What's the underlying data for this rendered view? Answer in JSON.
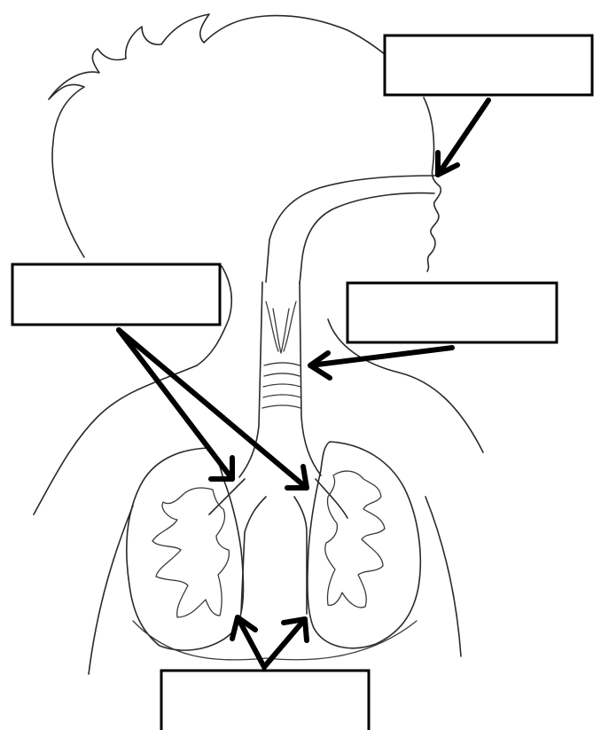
{
  "diagram": {
    "subject": "respiratory-system",
    "parts": [
      "head-outline",
      "nasal-cavity",
      "mouth",
      "trachea",
      "bronchi",
      "left-lung",
      "right-lung",
      "diaphragm",
      "shoulders"
    ],
    "label_boxes": [
      {
        "id": "label-nose",
        "text": ""
      },
      {
        "id": "label-bronchi",
        "text": ""
      },
      {
        "id": "label-trachea",
        "text": ""
      },
      {
        "id": "label-lungs",
        "text": ""
      }
    ],
    "colors": {
      "line": "#2a2a2a",
      "arrow": "#000000",
      "background": "#ffffff"
    }
  }
}
